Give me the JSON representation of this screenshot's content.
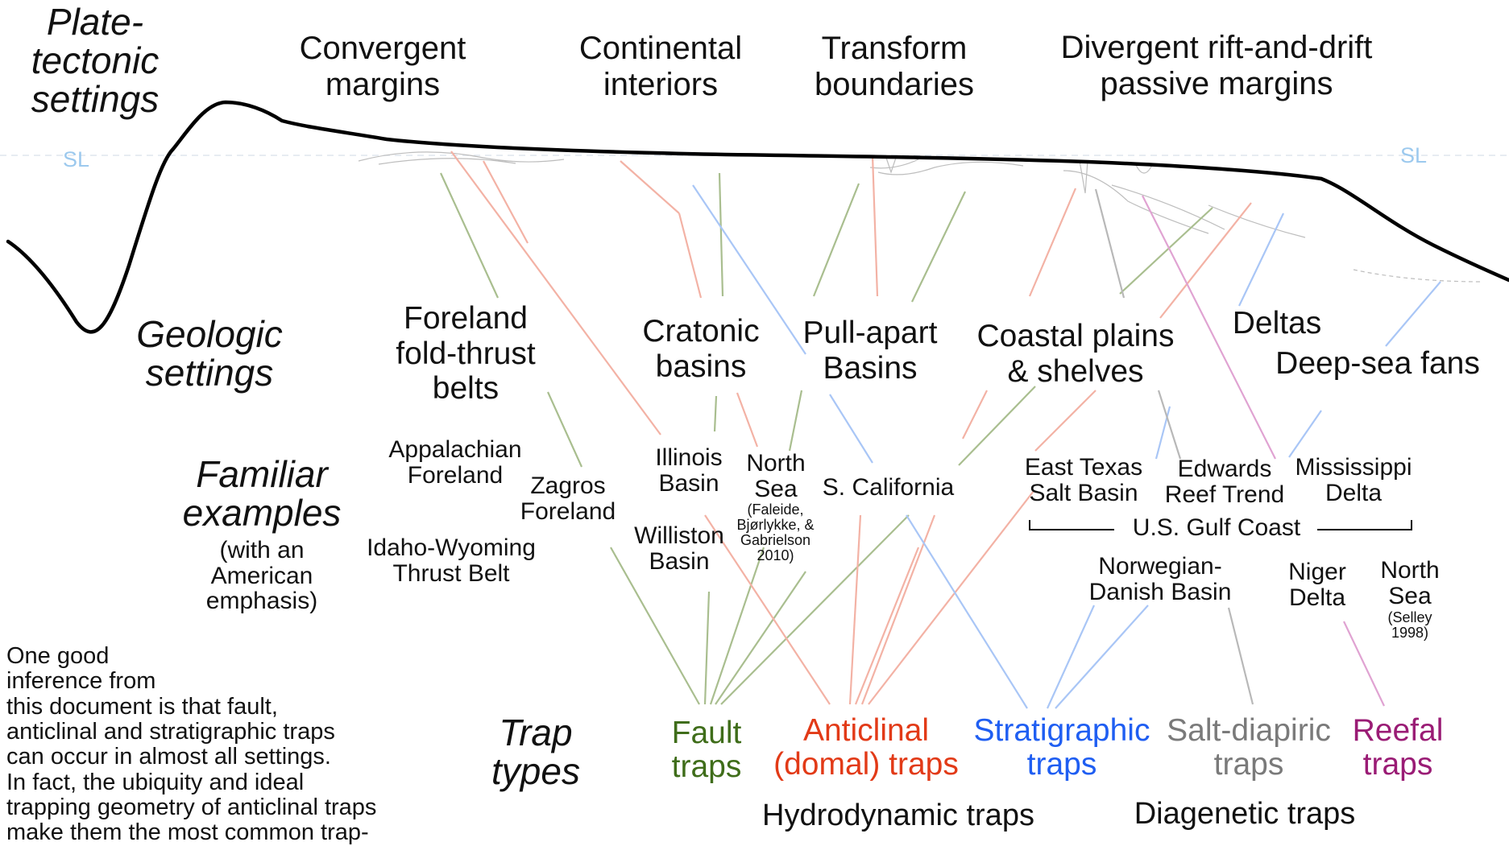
{
  "sections": {
    "plate_tectonic": "Plate-\ntectonic\nsettings",
    "geologic": "Geologic\nsettings",
    "familiar": "Familiar\nexamples",
    "familiar_sub": "(with an\nAmerican\nemphasis)",
    "trap_types": "Trap\ntypes"
  },
  "sea_level_label": "SL",
  "plate_settings": {
    "convergent": "Convergent\nmargins",
    "continental": "Continental\ninteriors",
    "transform": "Transform\nboundaries",
    "divergent": "Divergent rift-and-drift\npassive margins"
  },
  "geologic_settings": {
    "foreland": "Foreland\nfold-thrust\nbelts",
    "cratonic": "Cratonic\nbasins",
    "pullapart": "Pull-apart\nBasins",
    "coastal": "Coastal plains\n& shelves",
    "deltas": "Deltas",
    "deepsea": "Deep-sea fans"
  },
  "examples": {
    "appalachian": "Appalachian\nForeland",
    "idaho": "Idaho-Wyoming\nThrust Belt",
    "zagros": "Zagros\nForeland",
    "illinois": "Illinois\nBasin",
    "williston": "Williston\nBasin",
    "northsea": "North\nSea",
    "northsea_cite": "(Faleide,\nBjørlykke, &\nGabrielson\n2010)",
    "scal": "S. California",
    "easttexas": "East Texas\nSalt Basin",
    "edwards": "Edwards\nReef Trend",
    "mississippi": "Mississippi\nDelta",
    "gulfcoast": "U.S. Gulf Coast",
    "norwegian": "Norwegian-\nDanish Basin",
    "niger": "Niger\nDelta",
    "northsea2": "North\nSea",
    "northsea2_cite": "(Selley\n1998)"
  },
  "traps": {
    "fault": "Fault\ntraps",
    "anticlinal": "Anticlinal\n(domal) traps",
    "stratigraphic": "Stratigraphic\ntraps",
    "saltdiapiric": "Salt-diapiric\ntraps",
    "reefal": "Reefal\ntraps",
    "hydrodynamic": "Hydrodynamic traps",
    "diagenetic": "Diagenetic traps"
  },
  "note": "One good\ninference from\nthis document is that fault,\nanticlinal and stratigraphic traps\ncan occur in almost all settings.\nIn fact, the ubiquity and ideal\ntrapping geometry of anticlinal traps\nmake them the most common trap-",
  "colors": {
    "fault": "#3f6d1a",
    "fault_line": "#a9be8f",
    "anticlinal": "#e23a17",
    "anticlinal_line": "#f3b2a5",
    "stratigraphic": "#1f5ef2",
    "stratigraphic_line": "#a9c6f6",
    "saltdiapiric": "#7a7a7a",
    "saltdiapiric_line": "#b8b8b8",
    "reefal": "#9a1c75",
    "reefal_line": "#e0a3d2",
    "sea_level": "#9cc9ee",
    "profile": "#000000"
  }
}
